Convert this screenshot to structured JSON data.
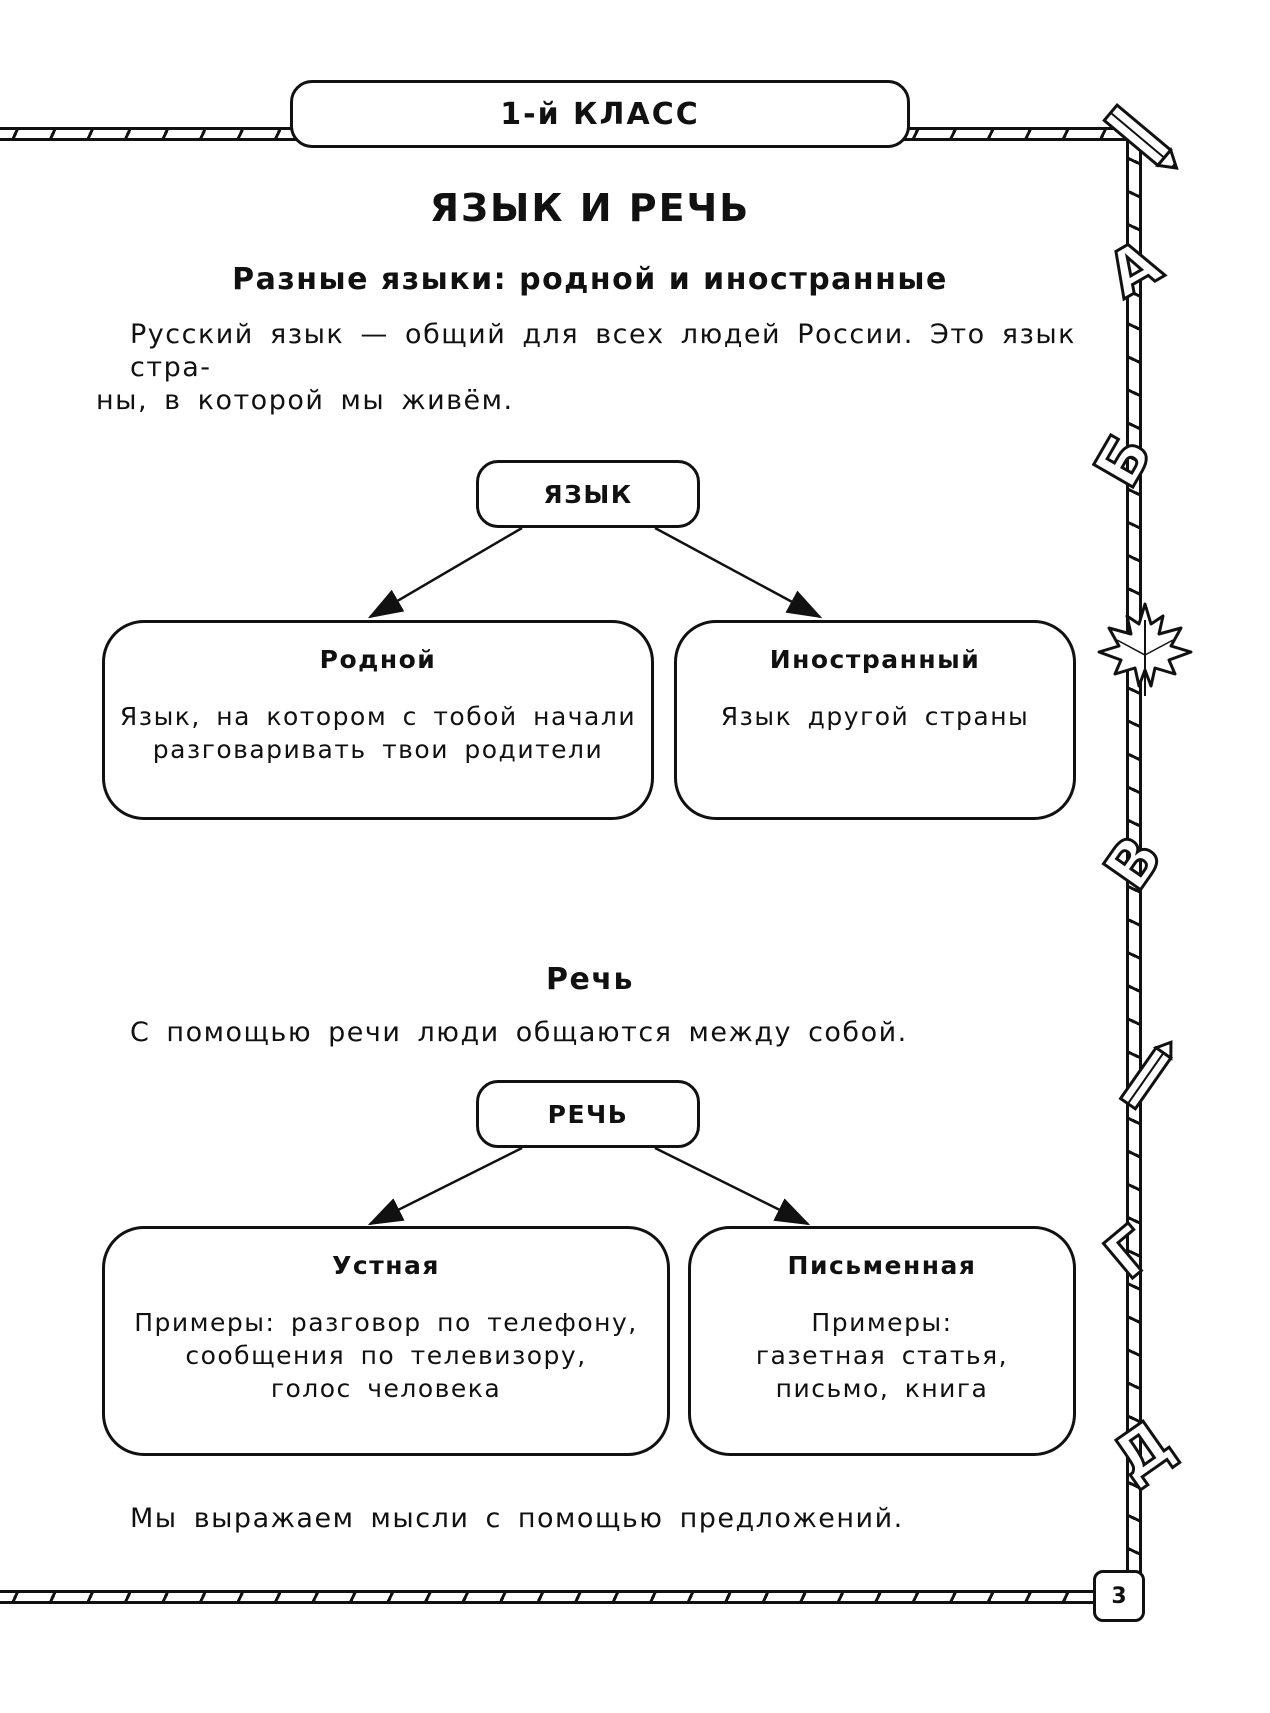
{
  "header": {
    "grade": "1-й КЛАСС"
  },
  "section_title": "ЯЗЫК И РЕЧЬ",
  "subsection1": {
    "title": "Разные языки: родной и иностранные",
    "paragraph_line1": "Русский язык — общий для всех людей России. Это язык стра-",
    "paragraph_line2": "ны, в которой мы живём."
  },
  "diagram_language": {
    "root": "ЯЗЫК",
    "left": {
      "title": "Родной",
      "line1": "Язык, на котором с тобой начали",
      "line2": "разговаривать твои родители"
    },
    "right": {
      "title": "Иностранный",
      "line1": "Язык другой страны"
    }
  },
  "subsection2": {
    "title": "Речь",
    "paragraph": "С помощью речи люди общаются между собой."
  },
  "diagram_speech": {
    "root": "РЕЧЬ",
    "left": {
      "title": "Устная",
      "line1": "Примеры: разговор по телефону,",
      "line2": "сообщения по телевизору,",
      "line3": "голос человека"
    },
    "right": {
      "title": "Письменная",
      "line1": "Примеры:",
      "line2": "газетная статья,",
      "line3": "письмо, книга"
    }
  },
  "closing_text": "Мы выражаем мысли с помощью предложений.",
  "page_number": "3",
  "decorations": {
    "letters": [
      "А",
      "Б",
      "В",
      "Г",
      "Д"
    ],
    "icons": [
      "pencil-icon",
      "maple-leaf-icon"
    ]
  }
}
